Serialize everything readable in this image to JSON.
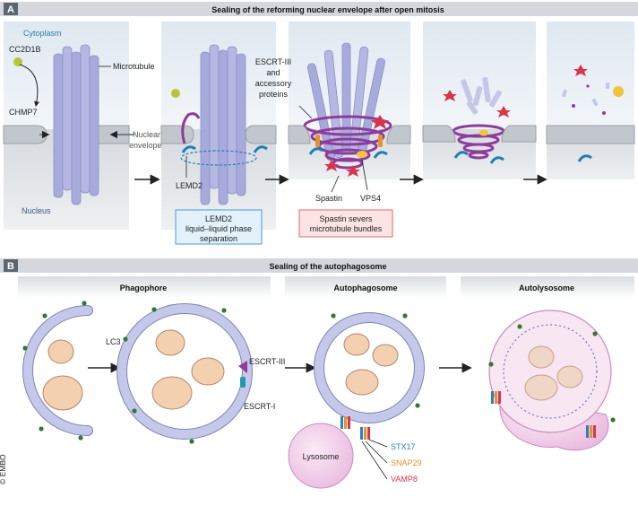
{
  "panel_a": {
    "letter": "A",
    "title": "Sealing of the reforming nuclear envelope after open mitosis",
    "labels": {
      "cytoplasm": "Cytoplasm",
      "cc2d1b": "CC2D1B",
      "chmp7": "CHMP7",
      "microtubule": "Microtubule",
      "nucleus": "Nucleus",
      "nuclear_envelope_line1": "Nuclear",
      "nuclear_envelope_line2": "envelope",
      "lemd2": "LEMD2",
      "escrt_line1": "ESCRT-III",
      "escrt_line2": "and",
      "escrt_line3": "accessory",
      "escrt_line4": "proteins",
      "spastin": "Spastin",
      "vps4": "VPS4"
    },
    "callout_lemd2": {
      "line1": "LEMD2",
      "line2": "liquid–liquid phase",
      "line3": "separation"
    },
    "callout_spastin": {
      "line1": "Spastin severs",
      "line2": "microtubule bundles"
    }
  },
  "panel_b": {
    "letter": "B",
    "title": "Sealing of the autophagosome",
    "stages": {
      "phagophore": "Phagophore",
      "autophagosome": "Autophagosome",
      "autolysosome": "Autolysosome"
    },
    "labels": {
      "lc3": "LC3",
      "escrt3": "ESCRT-III",
      "escrt1": "ESCRT-I",
      "lysosome": "Lysosome",
      "stx17": "STX17",
      "snap29": "SNAP29",
      "vamp8": "VAMP8"
    }
  },
  "credit": "© EMBO",
  "colors": {
    "header_bg": "#d4d8dd",
    "letter_bg": "#5c6670",
    "cytoplasm_bg": "#e3ebf3",
    "nucleus_bg": "#d3d7dc",
    "microtubule": "#a7abdc",
    "escrt": "#8e3c9c",
    "lemd2": "#1e7fb4",
    "spastin": "#d8354c",
    "vps4": "#f1c43c",
    "cc2d1b": "#b6c63a",
    "membrane": "#c5c8e8",
    "membrane_outline": "#7d83bd",
    "mitochondria": "#f3d0b0",
    "lysosome": "#efc4e4",
    "lc3": "#2f7a2f",
    "stx17": "#2b7fc7",
    "snap29": "#e4922a",
    "vamp8": "#d8354c"
  }
}
